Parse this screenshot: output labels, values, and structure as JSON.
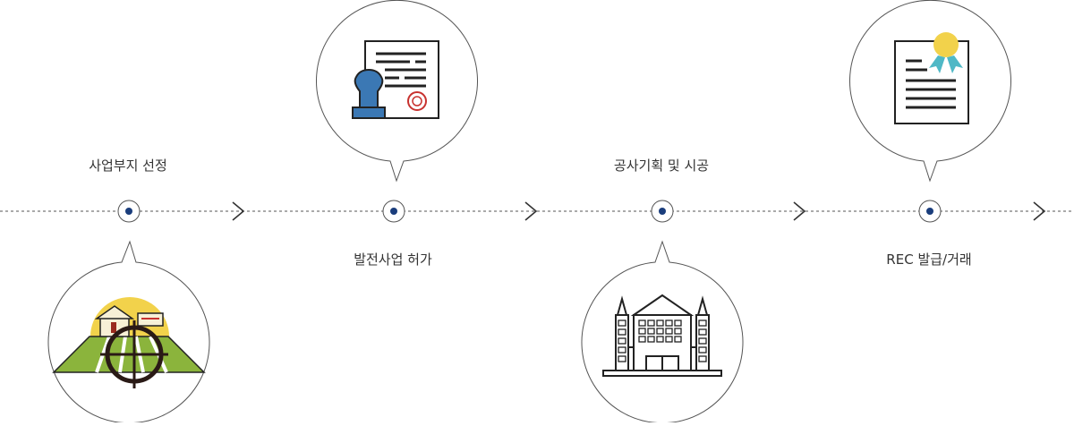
{
  "steps": [
    {
      "label": "사업부지 선정",
      "icon": "site-target-icon"
    },
    {
      "label": "발전사업 허가",
      "icon": "permit-certificate-icon"
    },
    {
      "label": "공사기획 및 시공",
      "icon": "building-construction-icon"
    },
    {
      "label": "REC 발급/거래",
      "icon": "rec-certificate-icon"
    }
  ],
  "colors": {
    "line": "#555555",
    "node": "#1a3d7c",
    "circle_border": "#555555",
    "field_green": "#8bb43c",
    "sun_yellow": "#f2d24b",
    "stamp_blue": "#3b78b4",
    "seal_red": "#c8322f",
    "ribbon_teal": "#4fb8c6",
    "dark": "#222222"
  }
}
